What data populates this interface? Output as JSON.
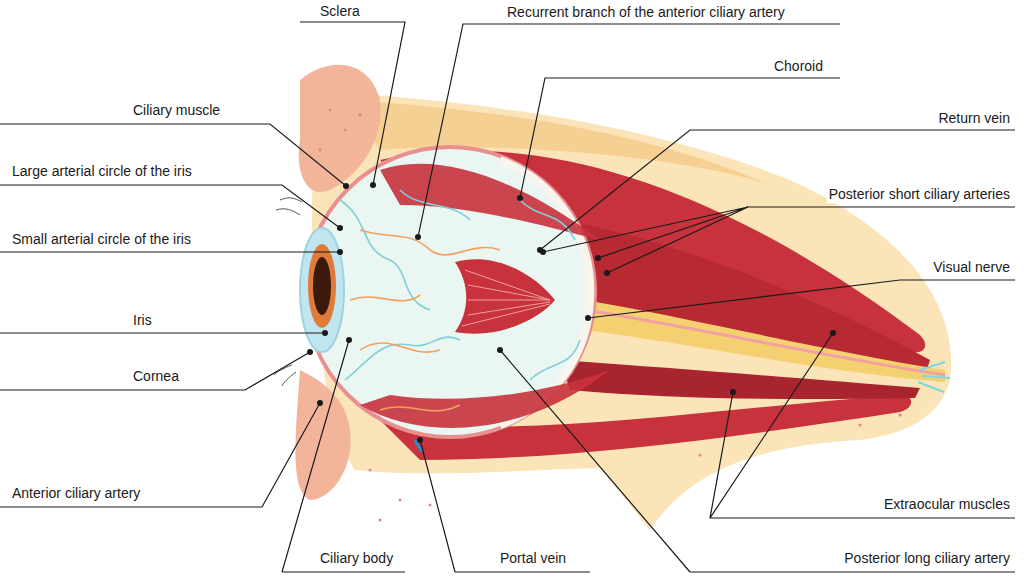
{
  "diagram": {
    "labels": [
      "Sclera",
      "Recurrent branch of the anterior ciliary artery",
      "Choroid",
      "Return vein",
      "Ciliary muscle",
      "Large arterial circle of the iris",
      "Posterior short ciliary arteries",
      "Small arterial circle of the iris",
      "Visual nerve",
      "Iris",
      "Cornea",
      "Anterior ciliary artery",
      "Extraocular muscles",
      "Ciliary body",
      "Portal vein",
      "Posterior long ciliary artery"
    ]
  }
}
